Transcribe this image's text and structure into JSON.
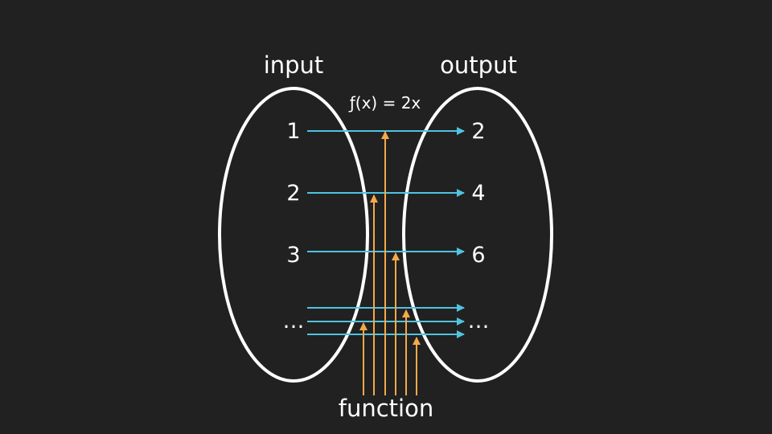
{
  "labels": {
    "input": "input",
    "output": "output",
    "formula": "ƒ(x) = 2x",
    "function": "function"
  },
  "inputs": [
    "1",
    "2",
    "3",
    "…"
  ],
  "outputs": [
    "2",
    "4",
    "6",
    "…"
  ],
  "colors": {
    "background": "#212121",
    "ellipse": "#ffffff",
    "mapping_arrow": "#4fc3e0",
    "function_arrow": "#f5a94a",
    "text": "#ffffff"
  }
}
